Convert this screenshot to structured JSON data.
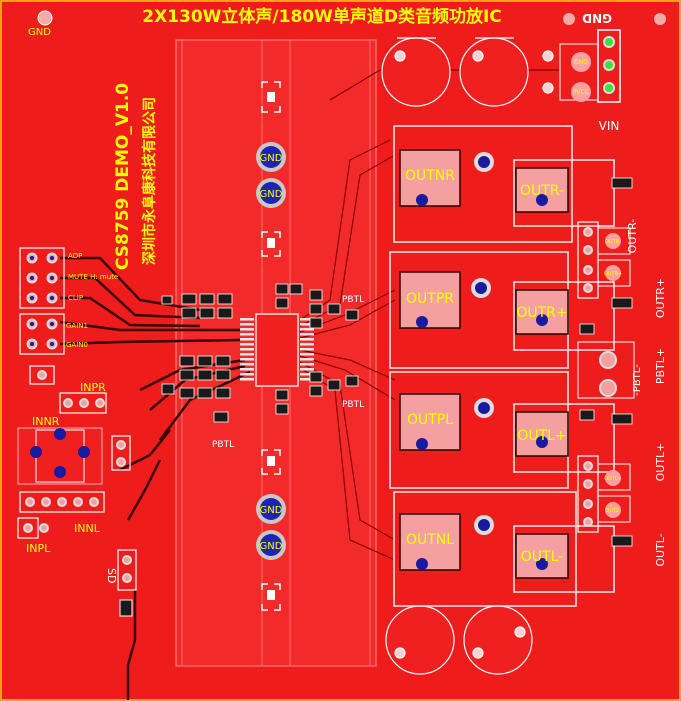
{
  "title": "2X130W立体声/180W单声道D类音频功放IC",
  "model": "CS8759  DEMO_V1.0",
  "company": "深圳市永阜康科技有限公司",
  "labels": {
    "gnd_top_left": "GND",
    "gnd_top_right": "GND",
    "vin": "VIN",
    "gnd_pad": "GND",
    "vcc_pad": "PVCC",
    "adp": "ADP",
    "mute": "MUTE H: mute",
    "clip": "CLIP",
    "gain1": "GAIN1",
    "gain0": "GAIN0",
    "inpr": "INPR",
    "innr": "INNR",
    "innl": "INNL",
    "inpl": "INPL",
    "sd": "SD",
    "pbtl_left": "PBTL",
    "pbtl_right_top": "PBTL",
    "pbtl_right_bot": "PBTL",
    "outnr": "OUTNR",
    "outr_minus": "OUTR-",
    "outpr": "OUTPR",
    "outr_plus": "OUTR+",
    "outpl": "OUTPL",
    "outl_plus": "OUTL+",
    "outnl": "OUTNL",
    "outl_minus": "OUTL-",
    "side_outr_minus": "OUTR-",
    "side_outr_plus": "OUTR+",
    "side_pbtl_plus": "PBTL+",
    "side_pbtl_minus": "-PBTL-",
    "side_outl_plus": "OUTL+",
    "side_outl_minus": "OUTL-",
    "term_outr_minus": "OUTR-",
    "term_outr_plus": "OUTR+",
    "term_outl_plus": "OUTL+",
    "term_outl_minus": "OUTL-"
  },
  "colors": {
    "board": "#f01414",
    "silk": "#ffff00",
    "copper": "#ff2a2a",
    "outline": "#ffffff",
    "via": "#1a1aa0",
    "pad": "#d7d7d7"
  }
}
